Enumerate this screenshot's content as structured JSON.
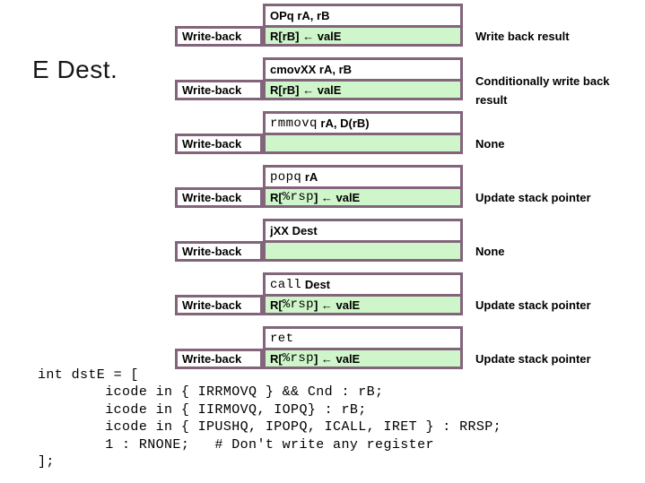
{
  "title": "E Dest.",
  "colors": {
    "box_border": "#82657A",
    "action_cell_green": "#CFF6CA"
  },
  "rows": [
    {
      "stage": "Write-back",
      "instr_mono": "",
      "instr_sans": "OPq rA, rB",
      "wb_pre": "R[rB] ← valE",
      "wb_mono": "",
      "wb_post": "",
      "desc": "Write back result"
    },
    {
      "stage": "Write-back",
      "instr_mono": "",
      "instr_sans": "cmovXX rA, rB",
      "wb_pre": "R[rB] ← valE",
      "wb_mono": "",
      "wb_post": "",
      "desc": "Conditionally write back result"
    },
    {
      "stage": "Write-back",
      "instr_mono": "rmmovq",
      "instr_sans": " rA, D(rB)",
      "wb_pre": "",
      "wb_mono": "",
      "wb_post": "",
      "desc": "None"
    },
    {
      "stage": "Write-back",
      "instr_mono": "popq",
      "instr_sans": " rA",
      "wb_pre": "R[",
      "wb_mono": "%rsp",
      "wb_post": "] ← valE",
      "desc": "Update stack pointer"
    },
    {
      "stage": "Write-back",
      "instr_mono": "",
      "instr_sans": "jXX Dest",
      "wb_pre": "",
      "wb_mono": "",
      "wb_post": "",
      "desc": "None"
    },
    {
      "stage": "Write-back",
      "instr_mono": "call",
      "instr_sans": " Dest",
      "wb_pre": "R[",
      "wb_mono": "%rsp",
      "wb_post": "] ← valE",
      "desc": "Update stack pointer"
    },
    {
      "stage": "Write-back",
      "instr_mono": "ret",
      "instr_sans": "",
      "wb_pre": "R[",
      "wb_mono": "%rsp",
      "wb_post": "] ← valE",
      "desc": "Update stack pointer"
    }
  ],
  "code": "int dstE = [\n        icode in { IRRMOVQ } && Cnd : rB;\n        icode in { IIRMOVQ, IOPQ} : rB;\n        icode in { IPUSHQ, IPOPQ, ICALL, IRET } : RRSP;\n        1 : RNONE;   # Don't write any register\n];"
}
